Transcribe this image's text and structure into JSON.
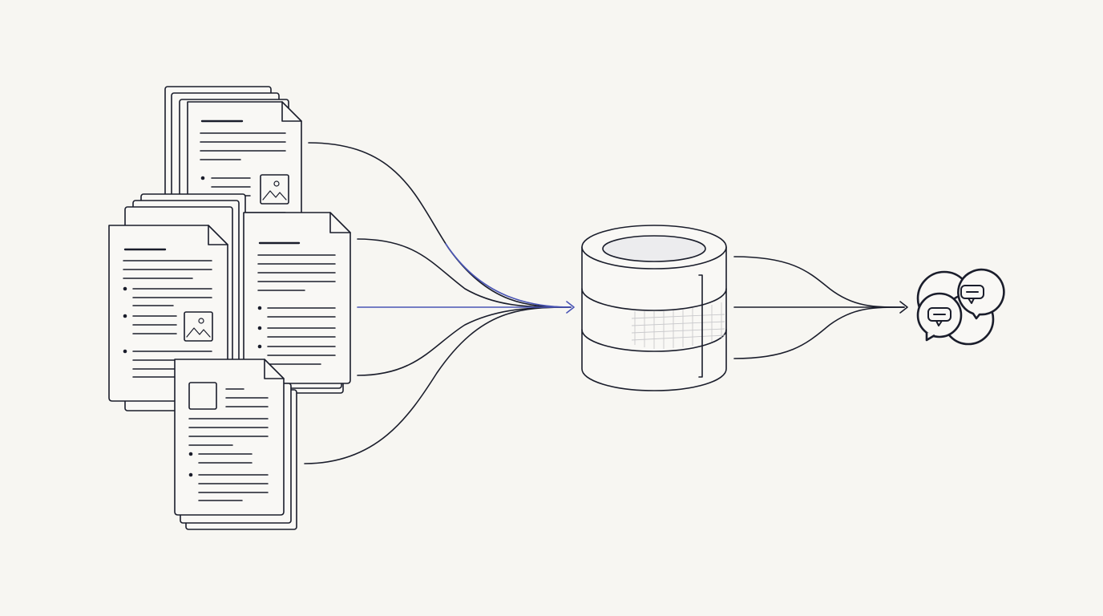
{
  "diagram": {
    "nodes": [
      {
        "id": "documents",
        "icon": "document-stack-icon"
      },
      {
        "id": "database",
        "icon": "database-cylinder-icon"
      },
      {
        "id": "chat",
        "icon": "chat-bubbles-icon"
      }
    ],
    "connectors": {
      "documents_to_database": 5,
      "database_to_chat": 3
    },
    "colors": {
      "background": "#f7f6f2",
      "ink": "#1a1d2b",
      "accent": "#4a55b5"
    }
  }
}
